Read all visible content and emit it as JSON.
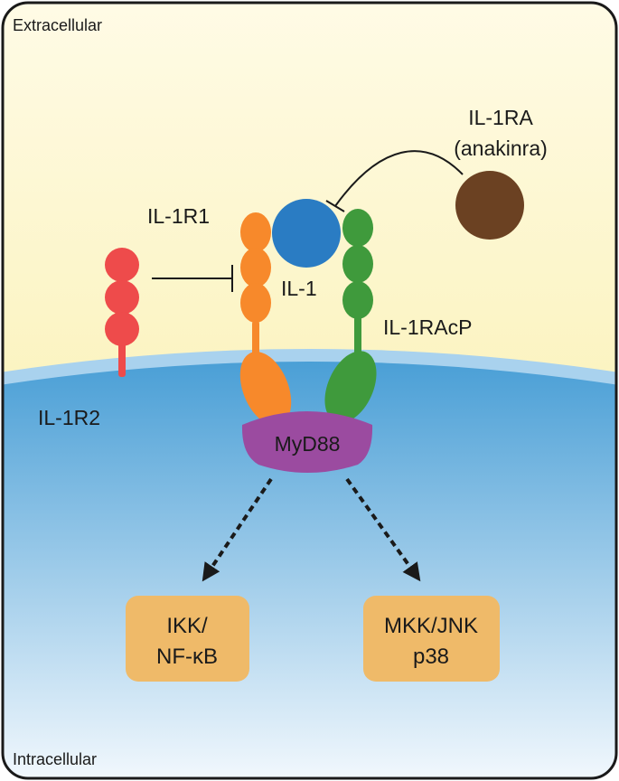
{
  "regions": {
    "extracellular": "Extracellular",
    "intracellular": "Intracellular"
  },
  "labels": {
    "il1r1": "IL-1R1",
    "il1": "IL-1",
    "il1racp": "IL-1RAcP",
    "il1r2": "IL-1R2",
    "il1ra_line1": "IL-1RA",
    "il1ra_line2": "(anakinra)",
    "myd88": "MyD88"
  },
  "outputs": {
    "left": {
      "line1": "IKK/",
      "line2": "NF-κB"
    },
    "right": {
      "line1": "MKK/JNK",
      "line2": "p38"
    }
  },
  "colors": {
    "extracellular_top": "#fffbe6",
    "extracellular_bottom": "#f7ec9a",
    "membrane": "#a9d2ee",
    "intracellular_top": "#4a9fd6",
    "intracellular_bottom": "#f2f8fd",
    "il1r1": "#f7892b",
    "il1racp": "#3f9a3c",
    "il1r2": "#ee4b4b",
    "il1": "#2a7cc3",
    "il1ra": "#6b4122",
    "myd88": "#9b4ba0",
    "output_box": "#efba69"
  }
}
